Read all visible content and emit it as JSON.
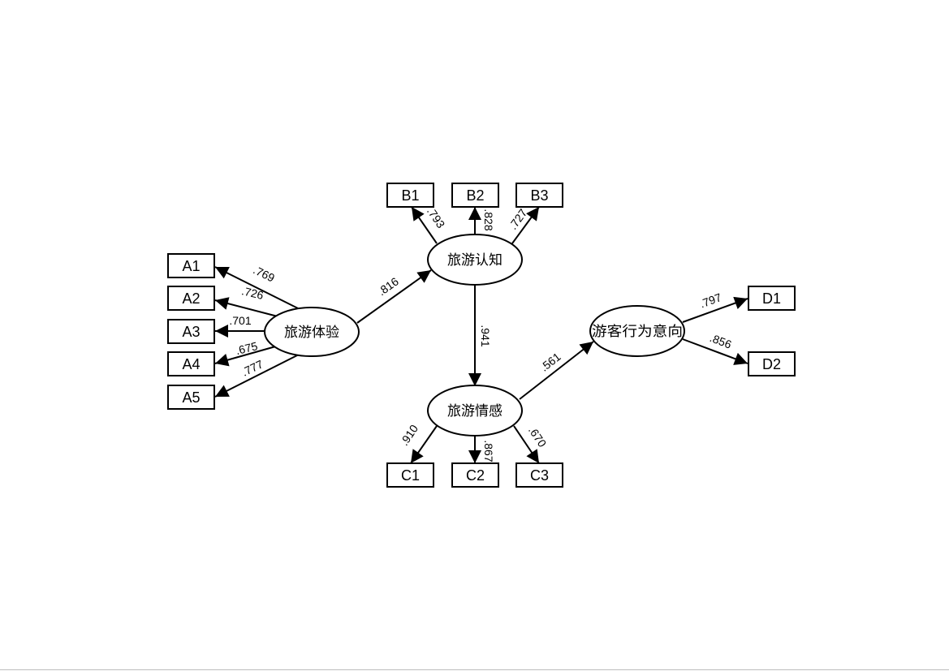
{
  "latent": {
    "experience": "旅游体验",
    "cognition": "旅游认知",
    "emotion": "旅游情感",
    "intention": "游客行为意向"
  },
  "observed": {
    "A1": "A1",
    "A2": "A2",
    "A3": "A3",
    "A4": "A4",
    "A5": "A5",
    "B1": "B1",
    "B2": "B2",
    "B3": "B3",
    "C1": "C1",
    "C2": "C2",
    "C3": "C3",
    "D1": "D1",
    "D2": "D2"
  },
  "coefficients": {
    "exp_A1": ".769",
    "exp_A2": ".726",
    "exp_A3": ".701",
    "exp_A4": ".675",
    "exp_A5": ".777",
    "cog_B1": ".793",
    "cog_B2": ".828",
    "cog_B3": ".727",
    "emo_C1": ".910",
    "emo_C2": ".867",
    "emo_C3": ".670",
    "int_D1": ".797",
    "int_D2": ".856",
    "exp_cog": ".816",
    "cog_emo": ".941",
    "emo_int": ".561"
  }
}
